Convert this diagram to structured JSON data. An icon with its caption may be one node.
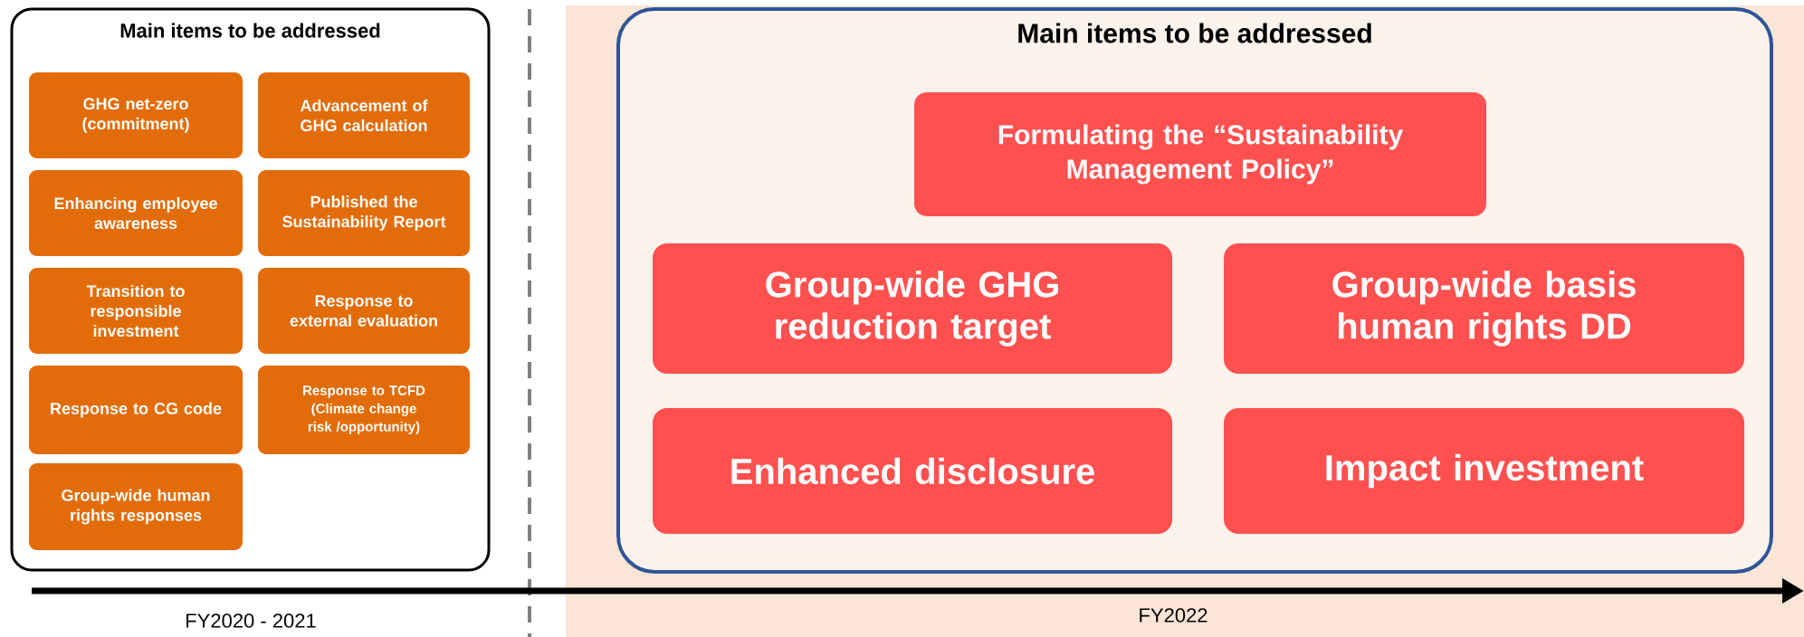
{
  "diagram": {
    "nodes": [
      {
        "text": [
          "Main items to be addressed"
        ]
      },
      {
        "text": [
          "GHG net-zero (commitment)"
        ],
        "in": 0
      },
      {
        "text": [
          "Advancement of GHG calculation"
        ],
        "in": 0
      },
      {
        "text": [
          "Enhancing employee awareness"
        ],
        "in": 0
      },
      {
        "text": [
          "Published the Sustainability Report"
        ],
        "in": 0
      },
      {
        "text": [
          "Transition to responsible investment"
        ],
        "in": 0
      },
      {
        "text": [
          "Response to external evaluation"
        ],
        "in": 0
      },
      {
        "text": [
          "Response to CG code"
        ],
        "in": 0
      },
      {
        "text": [
          "Response to TCFD (Climate change risk /opportunity)"
        ],
        "in": 0
      },
      {
        "text": [
          "Group-wide human rights responses"
        ],
        "in": 0
      },
      {
        "text": [
          "Main items to be addressed"
        ]
      },
      {
        "text": [
          "Formulating the “Sustainability Management Policy”"
        ],
        "in": 10
      },
      {
        "text": [
          "Group-wide GHG reduction target"
        ],
        "in": 10
      },
      {
        "text": [
          "Group-wide basis human rights DD"
        ],
        "in": 10
      },
      {
        "text": [
          "Enhanced disclosure"
        ],
        "in": 10
      },
      {
        "text": [
          "Impact investment"
        ],
        "in": 10
      }
    ],
    "labels": [
      "FY2020 - 2021",
      "FY2022"
    ]
  }
}
